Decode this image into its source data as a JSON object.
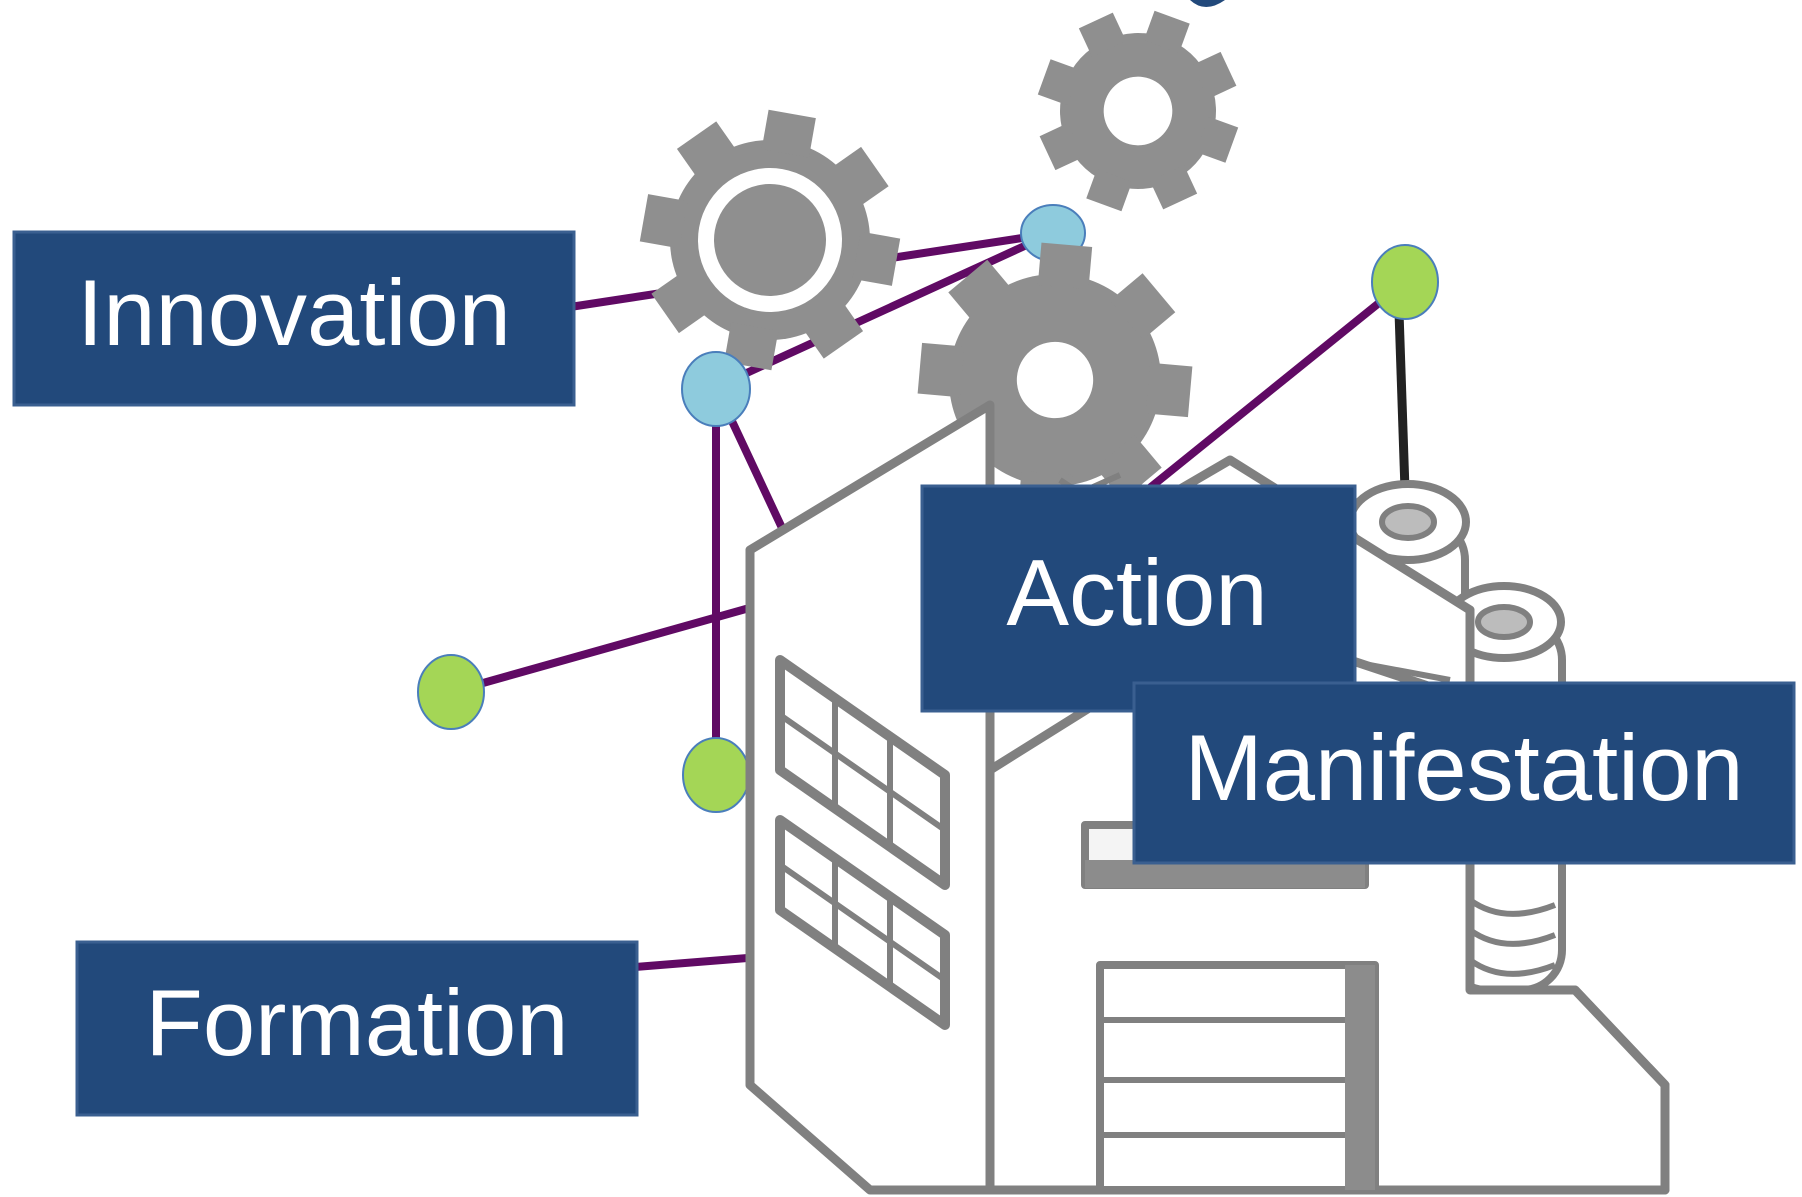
{
  "labels": {
    "innovation": "Innovation",
    "action": "Action",
    "manifestation": "Manifestation",
    "formation": "Formation"
  },
  "colors": {
    "label_bg": "#22497b",
    "label_border": "#3a5f90",
    "connector": "#600a64",
    "connector_dark": "#222222",
    "node_blue": "#8ecbdd",
    "node_green": "#a4d656",
    "node_orange": "#fb6a0c",
    "node_stroke": "#4a7ebb",
    "gear": "#8f8f8f",
    "building_fill": "#ffffff",
    "building_line": "#808080",
    "building_shadow": "#8c8c8c"
  },
  "icons": [
    "gear-icon",
    "factory-icon"
  ]
}
